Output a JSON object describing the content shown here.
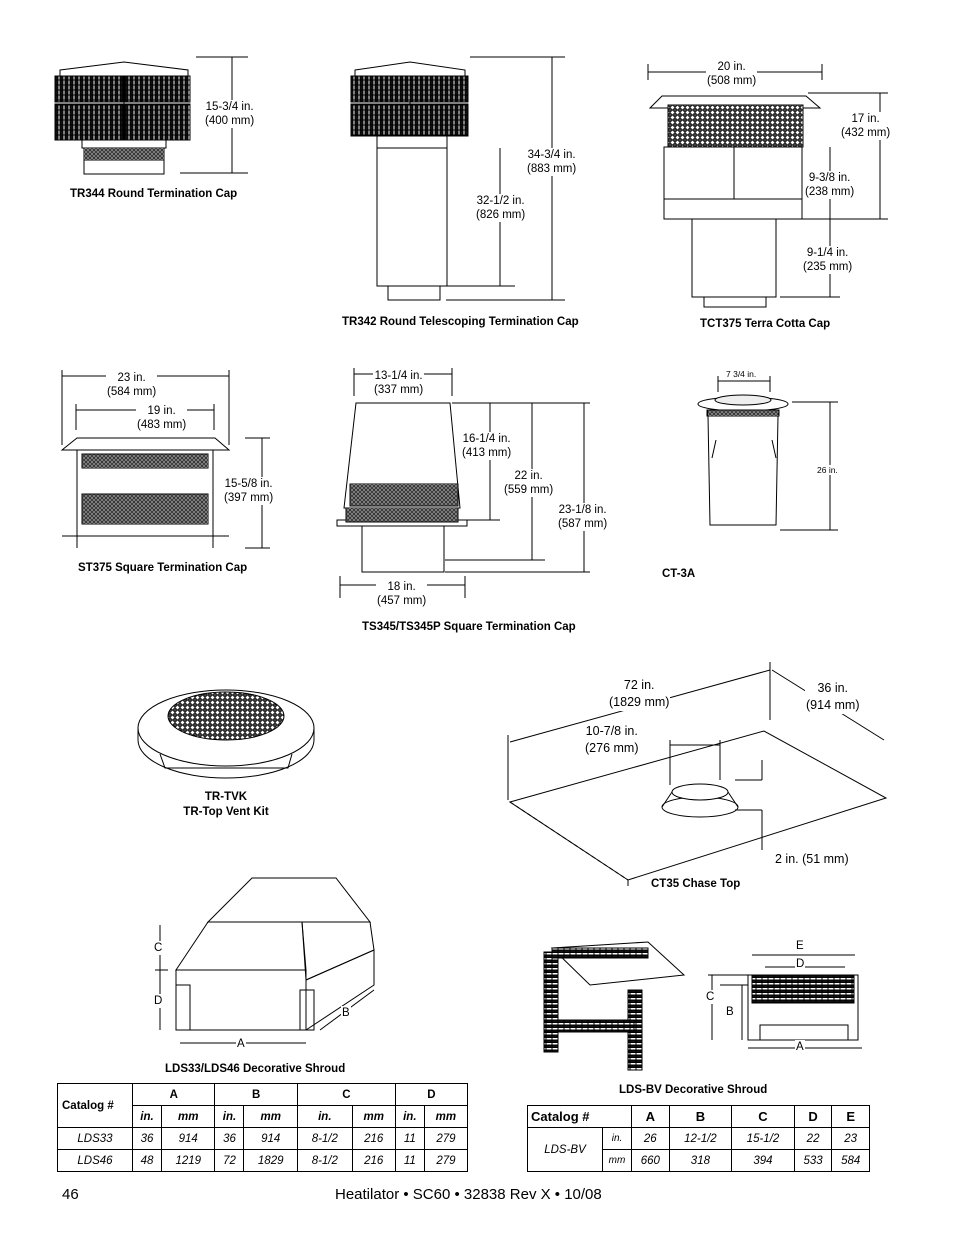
{
  "captions": {
    "tr344": "TR344 Round Termination Cap",
    "tr342": "TR342 Round Telescoping Termination Cap",
    "tct375": "TCT375 Terra Cotta Cap",
    "st375": "ST375 Square Termination Cap",
    "ts345": "TS345/TS345P Square Termination Cap",
    "ct3a": "CT-3A",
    "trtvk_line1": "TR-TVK",
    "trtvk_line2": "TR-Top Vent Kit",
    "ct35": "CT35 Chase Top",
    "lds": "LDS33/LDS46 Decorative Shroud",
    "ldsbv": "LDS-BV Decorative Shroud"
  },
  "dims": {
    "tr344_h1": "15-3/4 in.",
    "tr344_h2": "(400 mm)",
    "tr342_a1": "34-3/4 in.",
    "tr342_a2": "(883 mm)",
    "tr342_b1": "32-1/2 in.",
    "tr342_b2": "(826 mm)",
    "tct_w1": "20 in.",
    "tct_w2": "(508 mm)",
    "tct_h1": "17 in.",
    "tct_h2": "(432 mm)",
    "tct_m1": "9-3/8 in.",
    "tct_m2": "(238 mm)",
    "tct_l1": "9-1/4 in.",
    "tct_l2": "(235 mm)",
    "st_w1": "23 in.",
    "st_w2": "(584 mm)",
    "st_i1": "19 in.",
    "st_i2": "(483 mm)",
    "st_h1": "15-5/8 in.",
    "st_h2": "(397 mm)",
    "ts_top1": "13-1/4 in.",
    "ts_top2": "(337 mm)",
    "ts_a1": "16-1/4 in.",
    "ts_a2": "(413 mm)",
    "ts_b1": "22 in.",
    "ts_b2": "(559 mm)",
    "ts_c1": "23-1/8 in.",
    "ts_c2": "(587 mm)",
    "ts_bot1": "18 in.",
    "ts_bot2": "(457 mm)",
    "ct3a_w": "7 3/4 in.",
    "ct3a_h": "26 in.",
    "ct35_a1": "72 in.",
    "ct35_a2": "(1829 mm)",
    "ct35_b1": "36 in.",
    "ct35_b2": "(914 mm)",
    "ct35_c1": "10-7/8 in.",
    "ct35_c2": "(276 mm)",
    "ct35_d": "2 in. (51 mm)"
  },
  "letters": {
    "a": "A",
    "b": "B",
    "c": "C",
    "d": "D",
    "e": "E"
  },
  "lds_table": {
    "catalog_label": "Catalog #",
    "cols": [
      "A",
      "B",
      "C",
      "D"
    ],
    "units": [
      "in.",
      "mm",
      "in.",
      "mm",
      "in.",
      "mm",
      "in.",
      "mm"
    ],
    "rows": [
      {
        "name": "LDS33",
        "vals": [
          "36",
          "914",
          "36",
          "914",
          "8-1/2",
          "216",
          "11",
          "279"
        ]
      },
      {
        "name": "LDS46",
        "vals": [
          "48",
          "1219",
          "72",
          "1829",
          "8-1/2",
          "216",
          "11",
          "279"
        ]
      }
    ]
  },
  "bv_table": {
    "catalog_label": "Catalog #",
    "cols": [
      "A",
      "B",
      "C",
      "D",
      "E"
    ],
    "name": "LDS-BV",
    "rows": [
      {
        "unit": "in.",
        "vals": [
          "26",
          "12-1/2",
          "15-1/2",
          "22",
          "23"
        ]
      },
      {
        "unit": "mm",
        "vals": [
          "660",
          "318",
          "394",
          "533",
          "584"
        ]
      }
    ]
  },
  "footer": {
    "page": "46",
    "text": "Heatilator • SC60 • 32838 Rev X • 10/08"
  }
}
